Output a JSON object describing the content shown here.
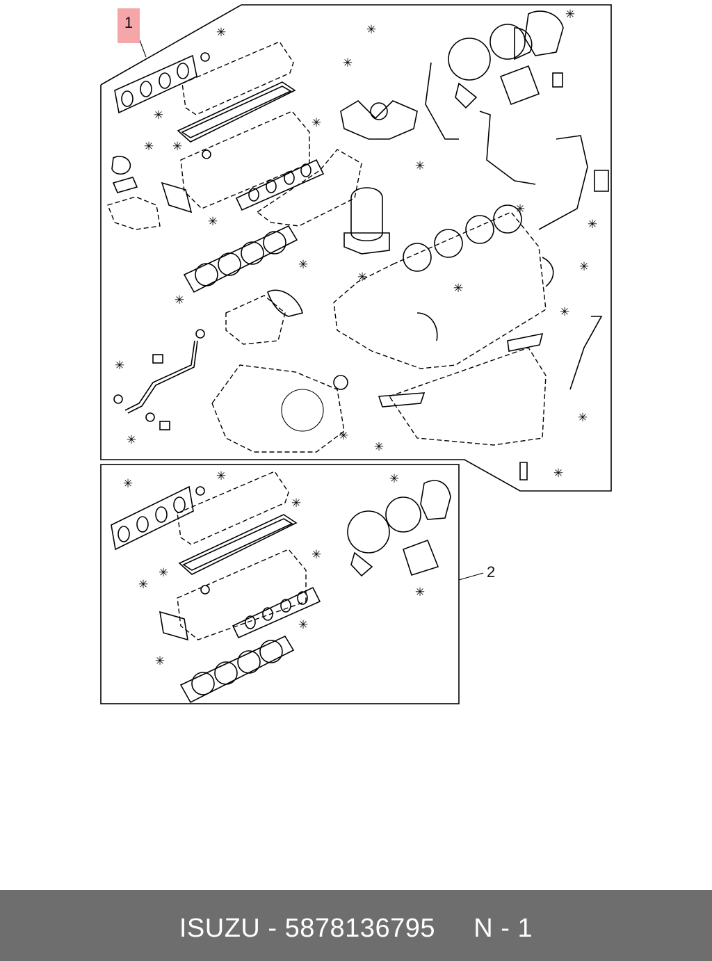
{
  "diagram": {
    "callout_1": "1",
    "callout_2": "2",
    "marker_symbol": "✳"
  },
  "footer": {
    "brand": "ISUZU",
    "part_number": "5878136795",
    "code": "N - 1"
  },
  "colors": {
    "callout_highlight": "#f4a6a8",
    "footer_background": "#6e6e6e",
    "footer_text": "#ffffff"
  }
}
